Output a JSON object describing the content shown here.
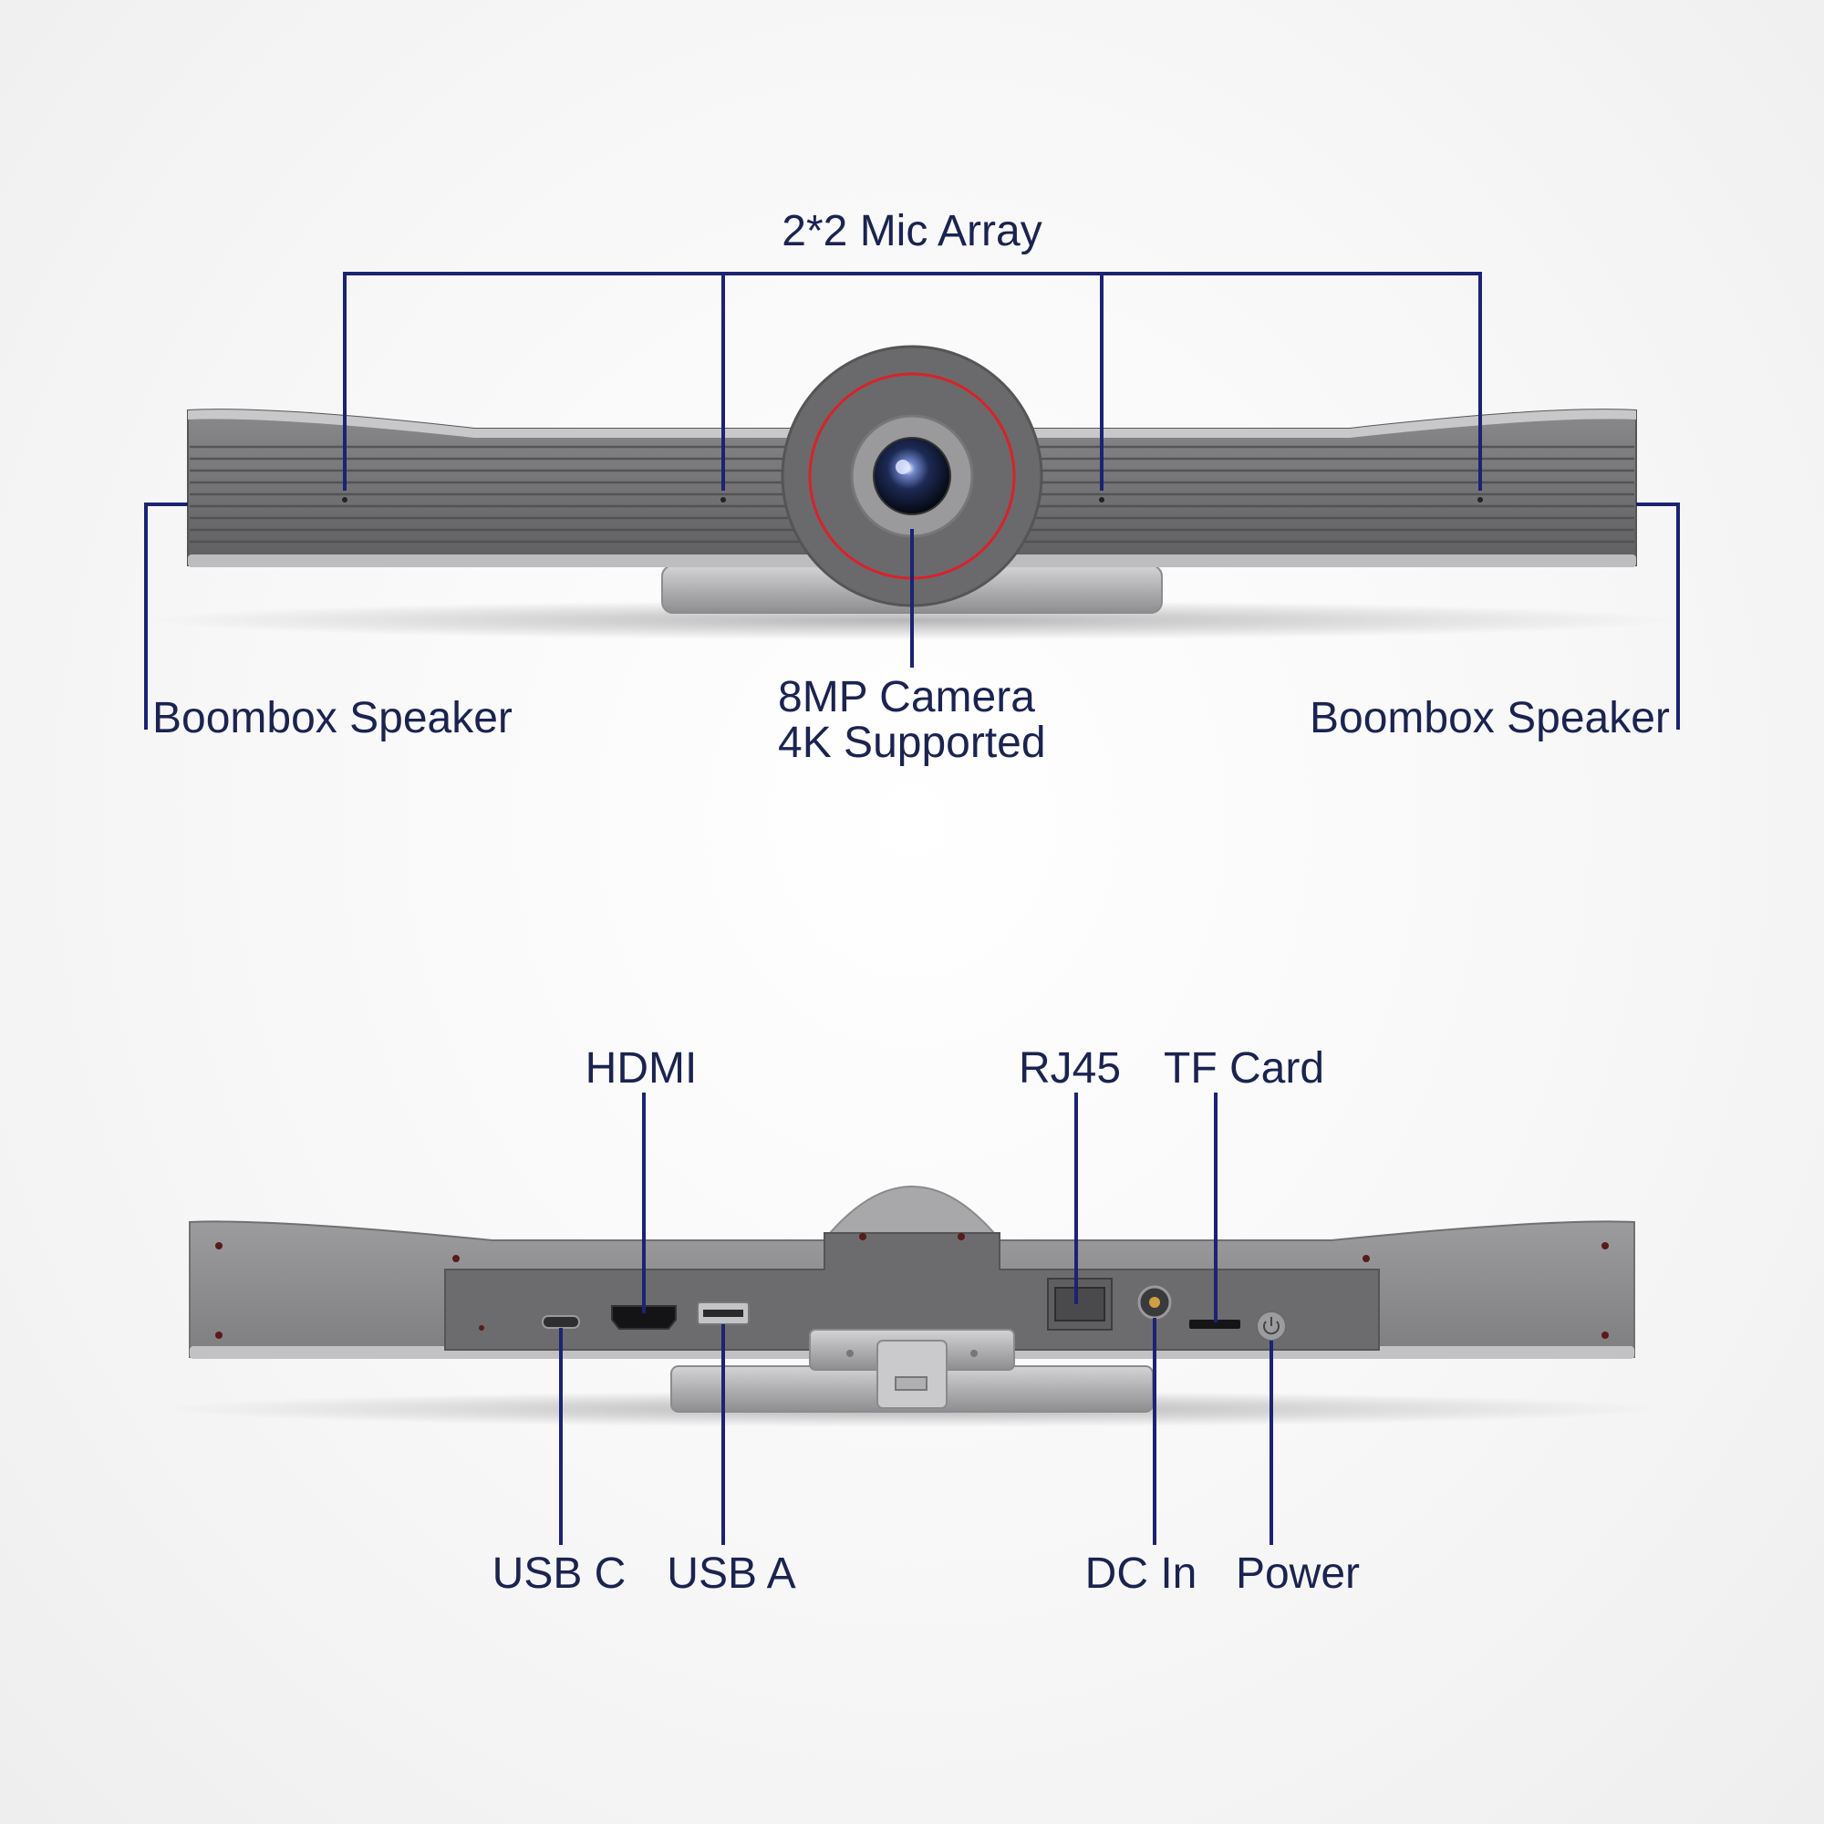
{
  "front_view": {
    "mic_array_label": "2*2 Mic Array",
    "left_speaker_label": "Boombox Speaker",
    "right_speaker_label": "Boombox Speaker",
    "camera_label_line1": "8MP Camera",
    "camera_label_line2": "4K Supported"
  },
  "rear_view": {
    "hdmi_label": "HDMI",
    "rj45_label": "RJ45",
    "tf_card_label": "TF Card",
    "usb_c_label": "USB C",
    "usb_a_label": "USB A",
    "dc_in_label": "DC In",
    "power_label": "Power"
  },
  "colors": {
    "callout_line": "#1b2372",
    "label_text": "#1b2350",
    "device_body": "#6e6e70",
    "device_silver": "#b4b4b6",
    "lens_ring": "#d8222a"
  }
}
